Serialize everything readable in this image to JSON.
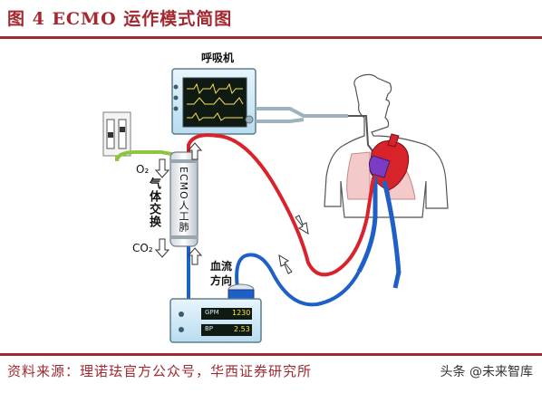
{
  "figure": {
    "title": "图 4    ECMO 运作模式简图"
  },
  "labels": {
    "ventilator": "呼吸机",
    "o2": "O₂",
    "co2": "CO₂",
    "gas_exchange": "气体交换",
    "ecmo_lung": "ECMO人工肺",
    "flow_direction_1": "血流",
    "flow_direction_2": "方向",
    "gpm": "GPM",
    "gpm_value": "1230",
    "bp": "BP",
    "bp_value": "2.53"
  },
  "footer": {
    "source": "资料来源：理诺珐官方公众号，华西证券研究所",
    "watermark": "头条 @未来智库"
  },
  "colors": {
    "accent": "#a3282f",
    "oxygenated_blood": "#d8232a",
    "deoxygenated_blood": "#1f5fc8",
    "gas_line": "#8cc63f",
    "device_body": "#d9ecf7"
  }
}
